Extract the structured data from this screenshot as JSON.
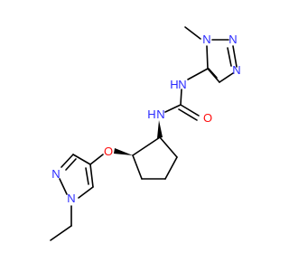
{
  "colors": {
    "nitrogen": "#2a2aff",
    "oxygen": "#ff0d0d",
    "carbon_bond": "#000000"
  },
  "atoms": {
    "n_methyl": "N",
    "n_triazole_2": "N",
    "n_triazole_3": "N",
    "nh_urea_top": "N",
    "h_urea_top": "H",
    "o_urea": "O",
    "nh_urea_bottom": "N",
    "h_urea_bottom": "H",
    "o_ether": "O",
    "n_pyrazole_2": "N",
    "n_pyrazole_1": "N"
  }
}
